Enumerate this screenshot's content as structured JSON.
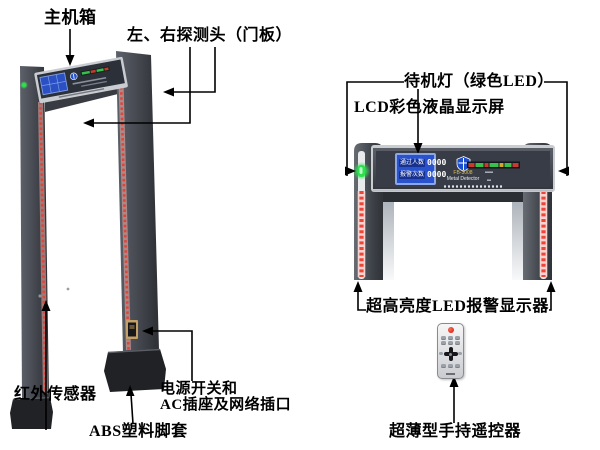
{
  "labels_left": {
    "main_unit": "主机箱",
    "detector_panels": "左、右探测头（门板）",
    "ir_sensor": "红外传感器",
    "power_io_line1": "电源开关和",
    "power_io_line2": "AC插座及网络插口",
    "abs_foot": "ABS塑料脚套"
  },
  "labels_right": {
    "standby_light": "待机灯（绿色LED）",
    "lcd_display": "LCD彩色液晶显示屏",
    "led_alarm_display": "超高亮度LED报警显示器",
    "handheld_remote": "超薄型手持遥控器"
  },
  "header_display": {
    "pass_count_label": "通过人数",
    "pass_count_value": "0000",
    "alarm_count_label": "报警次数",
    "alarm_count_value": "0000",
    "model": "FB-3008",
    "product_name": "Metal Detector"
  },
  "colors": {
    "standby_green": "#2ee04e",
    "alarm_red": "#f04436",
    "lcd_blue": "#2a52cc",
    "post_dark": "#3c4046",
    "label_text": "#000000"
  }
}
